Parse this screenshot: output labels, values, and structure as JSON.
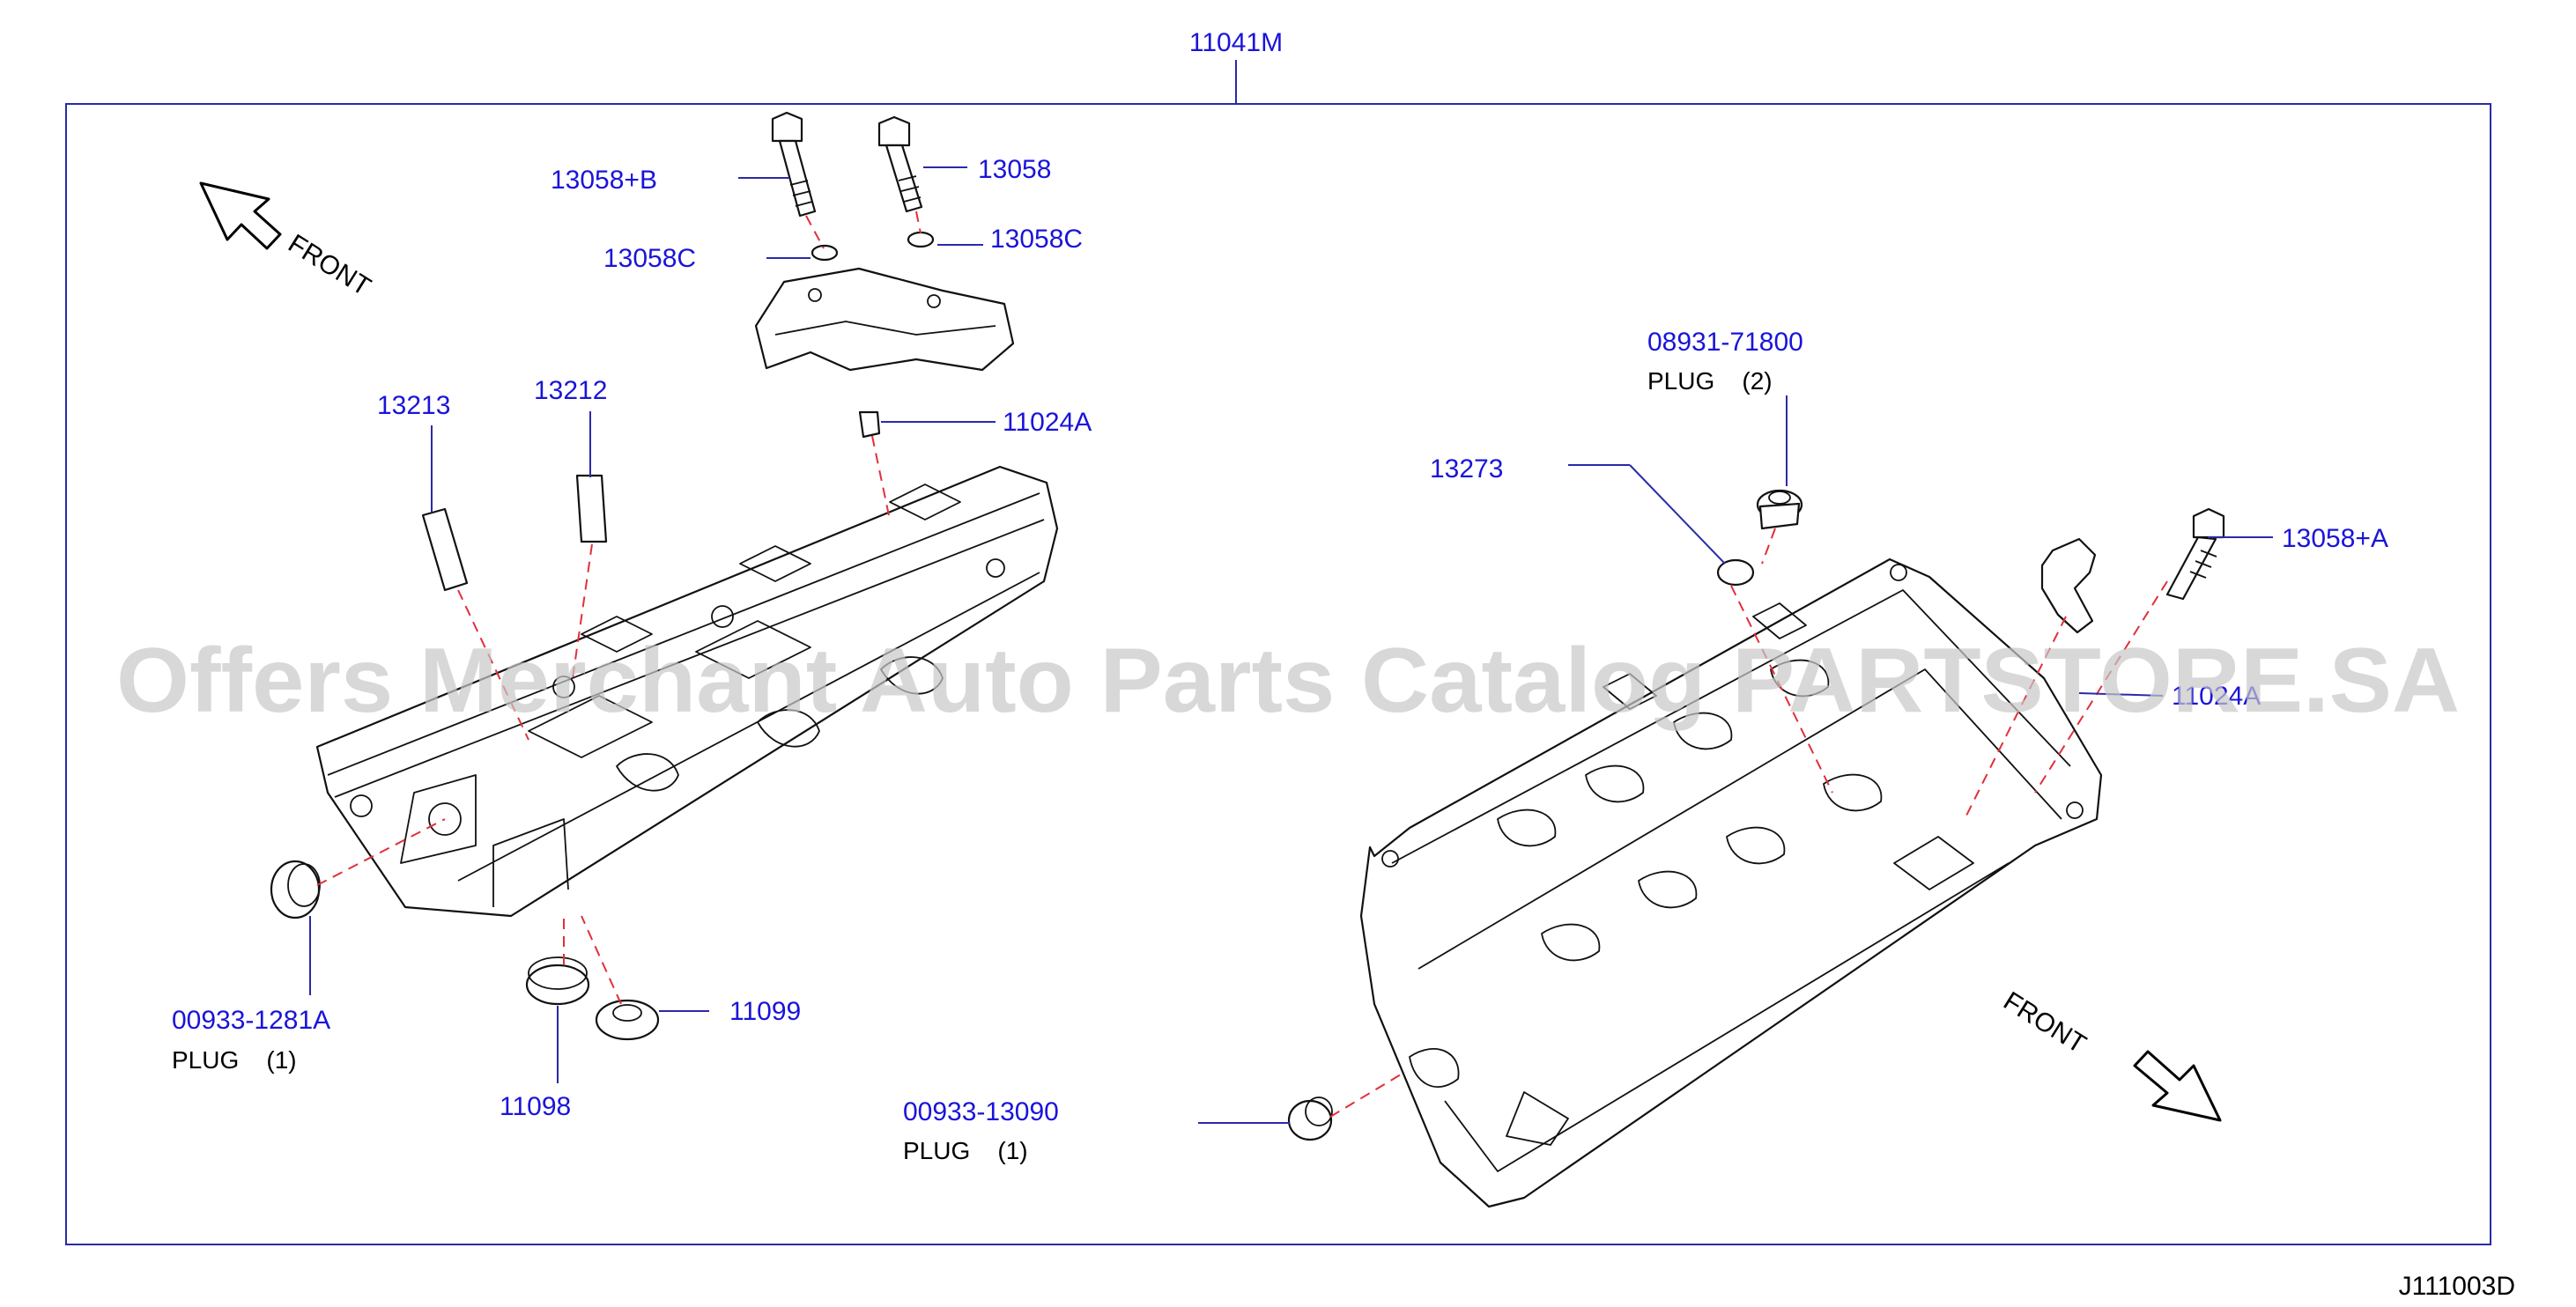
{
  "diagram_title": "11041M",
  "drawing_code": "J111003D",
  "watermark": "Offers Merchant Auto Parts Catalog PARTSTORE.SA",
  "front_labels": [
    "FRONT",
    "FRONT"
  ],
  "colors": {
    "label": "#1a14d9",
    "leader": "#2a2aa8",
    "hidden_line": "#e0303a",
    "frame": "#2a2aa8"
  },
  "labels": {
    "bolt_b": "13058+B",
    "bolt": "13058",
    "washer_left": "13058C",
    "washer_right": "13058C",
    "pin_13213": "13213",
    "pin_13212": "13212",
    "dowel_left": "11024A",
    "plug_left_num": "00933-1281A",
    "plug_left_text": "PLUG    (1)",
    "seal_11098": "11098",
    "seal_11099": "11099",
    "plug_top_num": "08931-71800",
    "plug_top_text": "PLUG    (2)",
    "washer_13273": "13273",
    "bolt_a": "13058+A",
    "dowel_right": "11024A",
    "plug_bottom_num": "00933-13090",
    "plug_bottom_text": "PLUG    (1)"
  }
}
